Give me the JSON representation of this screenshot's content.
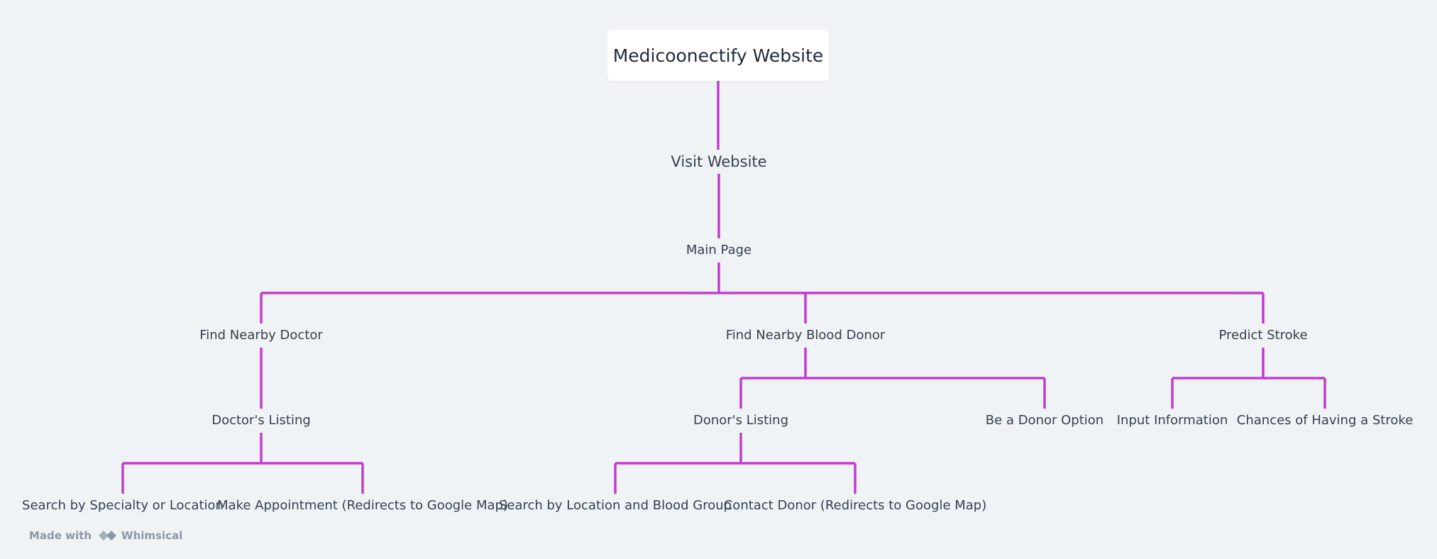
{
  "diagram": {
    "root": {
      "id": "root",
      "label": "Medicoonectify Website"
    },
    "nodes": [
      {
        "id": "visit",
        "label": "Visit Website"
      },
      {
        "id": "main",
        "label": "Main Page"
      },
      {
        "id": "doctor",
        "label": "Find Nearby Doctor"
      },
      {
        "id": "donor",
        "label": "Find Nearby Blood Donor"
      },
      {
        "id": "stroke",
        "label": "Predict Stroke"
      },
      {
        "id": "doctor_listing",
        "label": "Doctor's Listing"
      },
      {
        "id": "donor_listing",
        "label": "Donor's Listing"
      },
      {
        "id": "be_donor",
        "label": "Be a Donor Option"
      },
      {
        "id": "input_info",
        "label": "Input Information"
      },
      {
        "id": "chances",
        "label": "Chances of Having a Stroke"
      },
      {
        "id": "search_specialty",
        "label": "Search by Specialty or Location"
      },
      {
        "id": "make_appt",
        "label": "Make Appointment (Redirects to Google Map)"
      },
      {
        "id": "search_blood",
        "label": "Search by Location and Blood Group"
      },
      {
        "id": "contact_donor",
        "label": "Contact Donor (Redirects to Google Map)"
      }
    ],
    "edges": [
      [
        "root",
        "visit"
      ],
      [
        "visit",
        "main"
      ],
      [
        "main",
        "doctor"
      ],
      [
        "main",
        "donor"
      ],
      [
        "main",
        "stroke"
      ],
      [
        "doctor",
        "doctor_listing"
      ],
      [
        "donor",
        "donor_listing"
      ],
      [
        "donor",
        "be_donor"
      ],
      [
        "stroke",
        "input_info"
      ],
      [
        "stroke",
        "chances"
      ],
      [
        "doctor_listing",
        "search_specialty"
      ],
      [
        "doctor_listing",
        "make_appt"
      ],
      [
        "donor_listing",
        "search_blood"
      ],
      [
        "donor_listing",
        "contact_donor"
      ]
    ],
    "edge_color": "#c13ccc"
  },
  "watermark": {
    "made_with": "Made with",
    "brand": "Whimsical"
  }
}
